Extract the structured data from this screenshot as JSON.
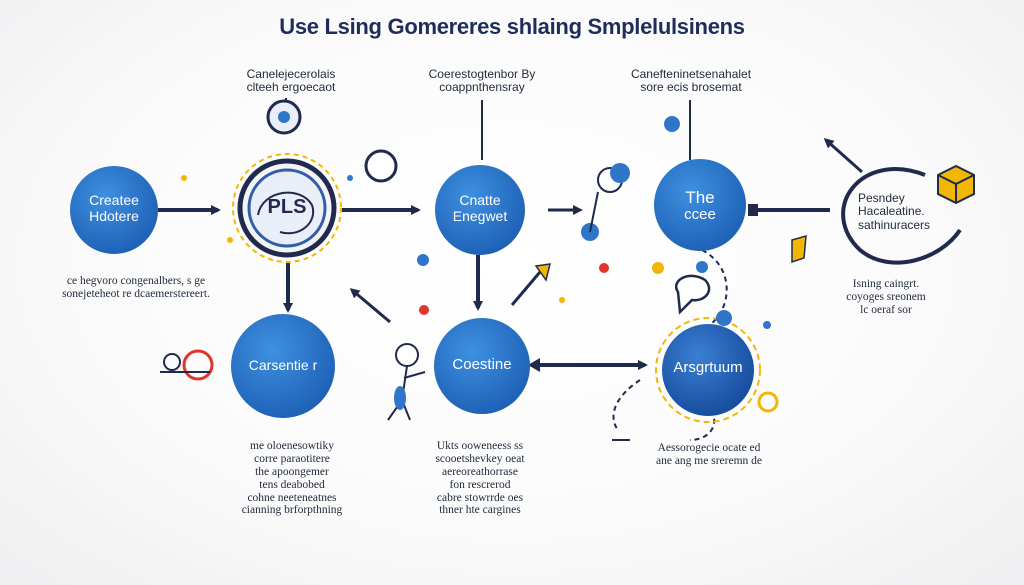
{
  "title": "Use Lsing Gomereres shlaing Smplelulsinens",
  "nodes": {
    "create_hdotere": {
      "line1": "Createe",
      "line2": "Hdotere"
    },
    "center_top": {
      "text": "PLS"
    },
    "create_engewet": {
      "line1": "Cnatte",
      "line2": "Enegwet"
    },
    "the_ccee": {
      "line1": "The",
      "line2": "ccee"
    },
    "carsentie": {
      "text": "Carsentie r"
    },
    "coestine": {
      "text": "Coestine"
    },
    "arsgrtuum": {
      "text": "Arsgrtuum"
    }
  },
  "labels": {
    "top_left": {
      "line1": "Canelejecerolais",
      "line2": "clteeh ergoecaot"
    },
    "top_center": {
      "line1": "Coerestogtenbor By",
      "line2": "coappnthensray"
    },
    "top_right": {
      "line1": "Canefteninetsenahalet",
      "line2": "sore ecis brosemat"
    },
    "right_ring": {
      "line1": "Pesndey",
      "line2": "Hacaleatine.",
      "line3": "sathinuracers"
    },
    "left_mid": {
      "line1": "ce hegvoro congenalbers, s ge",
      "line2": "sonejeteheot re dcaemerstereert."
    },
    "right_mid": {
      "line1": "Isning caingrt.",
      "line2": "coyoges sreonem",
      "line3": "lc oeraf sor"
    },
    "bottom_left": [
      "me oloenesowtiky",
      "corre paraotitere",
      "the apoongemer",
      "tens deabobed",
      "cohne neeteneatnes",
      "cianning brforpthning"
    ],
    "bottom_center": [
      "Ukts ooweneess ss",
      "scooetshevkey oeat",
      "aereoreathorrase",
      "fon rescrerod",
      "cabre stowrrde oes",
      "thner hte cargines"
    ],
    "bottom_right": {
      "line1": "Aessorogecie ocate ed",
      "line2": "ane ang me sreremn de"
    }
  },
  "colors": {
    "node_blue": "#2f76c9",
    "node_dark": "#1d57a6",
    "arrow_navy": "#1f2a4d",
    "accent_yellow": "#f2b705",
    "accent_red": "#e0352b",
    "accent_orange": "#e8782a"
  }
}
